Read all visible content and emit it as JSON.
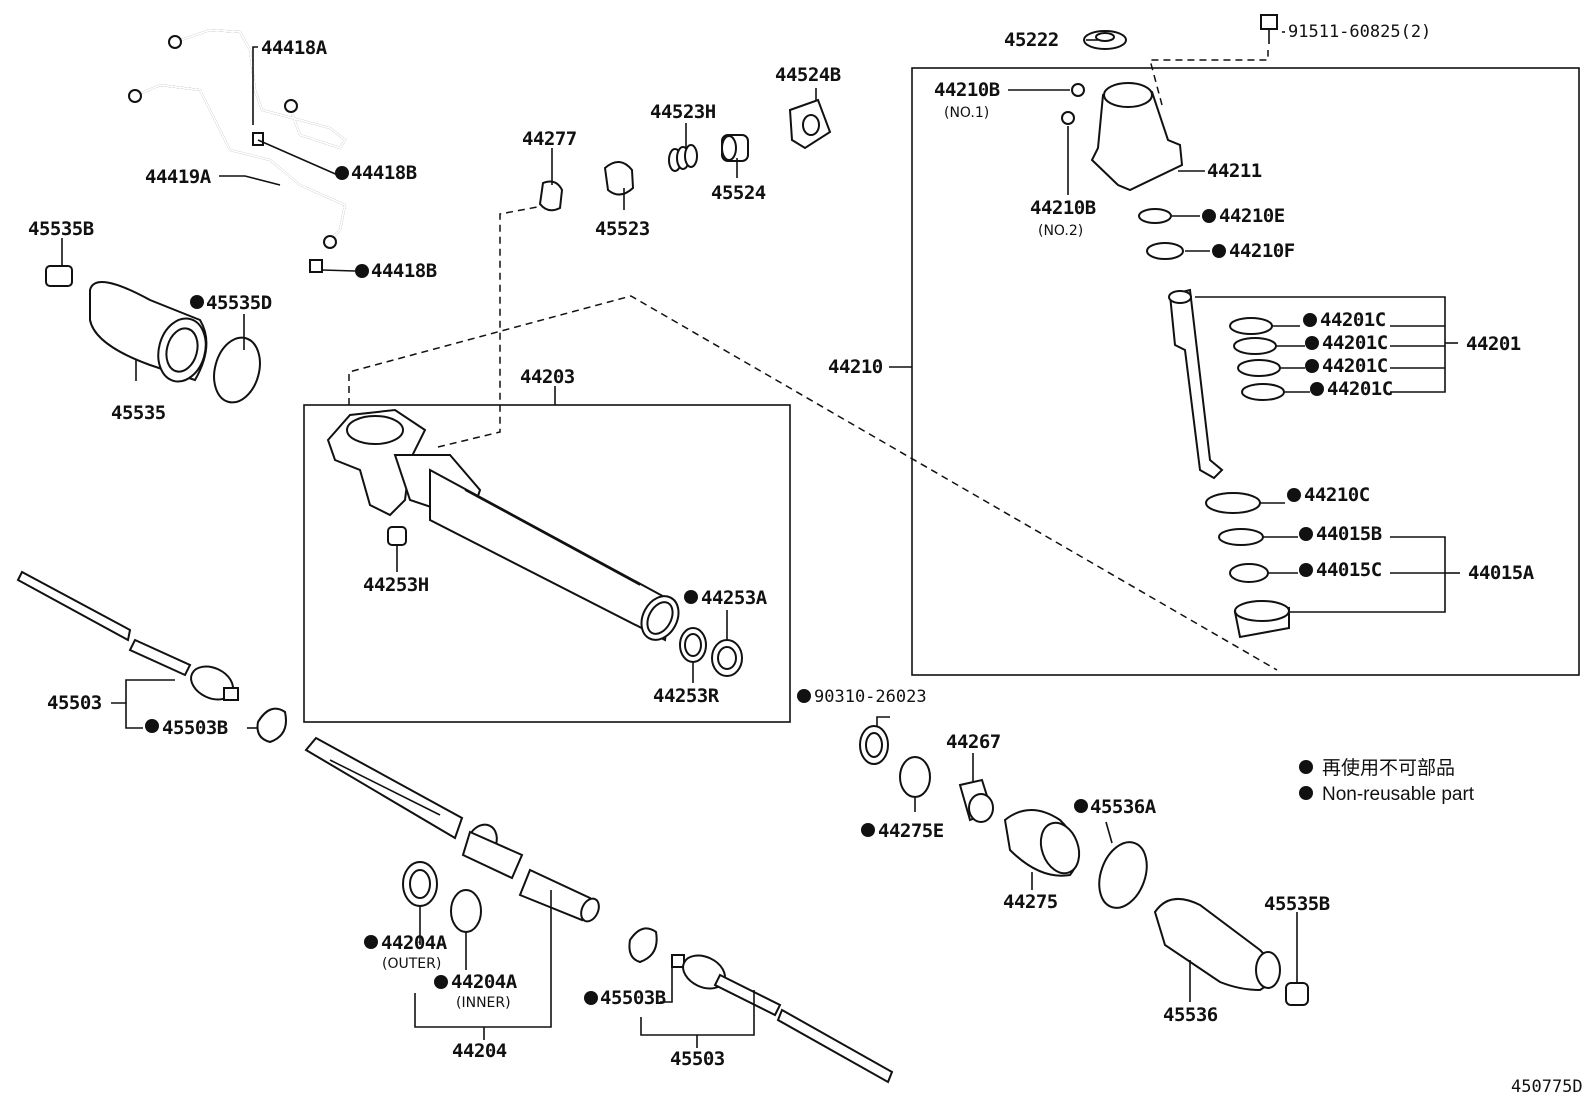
{
  "diagram": {
    "reference_code": "450775D",
    "legend": {
      "japanese": "再使用不可部品",
      "english": "Non-reusable part"
    },
    "callouts": {
      "c44418A": "44418A",
      "c44418B_1": "44418B",
      "c44419A": "44419A",
      "c44418B_2": "44418B",
      "c45535B_1": "45535B",
      "c45535D": "45535D",
      "c45535": "45535",
      "c44277": "44277",
      "c45523": "45523",
      "c44523H": "44523H",
      "c45524": "45524",
      "c44524B": "44524B",
      "c45222": "45222",
      "c91511": "91511-60825(2)",
      "c44210B_1": "44210B",
      "c44210B_1_sub": "(NO.1)",
      "c44211": "44211",
      "c44210B_2": "44210B",
      "c44210B_2_sub": "(NO.2)",
      "c44210E": "44210E",
      "c44210F": "44210F",
      "c44201C_1": "44201C",
      "c44201C_2": "44201C",
      "c44201C_3": "44201C",
      "c44201C_4": "44201C",
      "c44201": "44201",
      "c44210": "44210",
      "c44210C": "44210C",
      "c44015B": "44015B",
      "c44015C": "44015C",
      "c44015A": "44015A",
      "c44203": "44203",
      "c44253H": "44253H",
      "c44253A": "44253A",
      "c44253R": "44253R",
      "c45503_L": "45503",
      "c45503B_L": "45503B",
      "c90310": "90310-26023",
      "c44267": "44267",
      "c44275E": "44275E",
      "c44275": "44275",
      "c45536A": "45536A",
      "c45535B_2": "45535B",
      "c45536": "45536",
      "c44204A_outer": "44204A",
      "c44204A_outer_sub": "(OUTER)",
      "c44204A_inner": "44204A",
      "c44204A_inner_sub": "(INNER)",
      "c44204": "44204",
      "c45503B_R": "45503B",
      "c45503_R": "45503"
    }
  }
}
